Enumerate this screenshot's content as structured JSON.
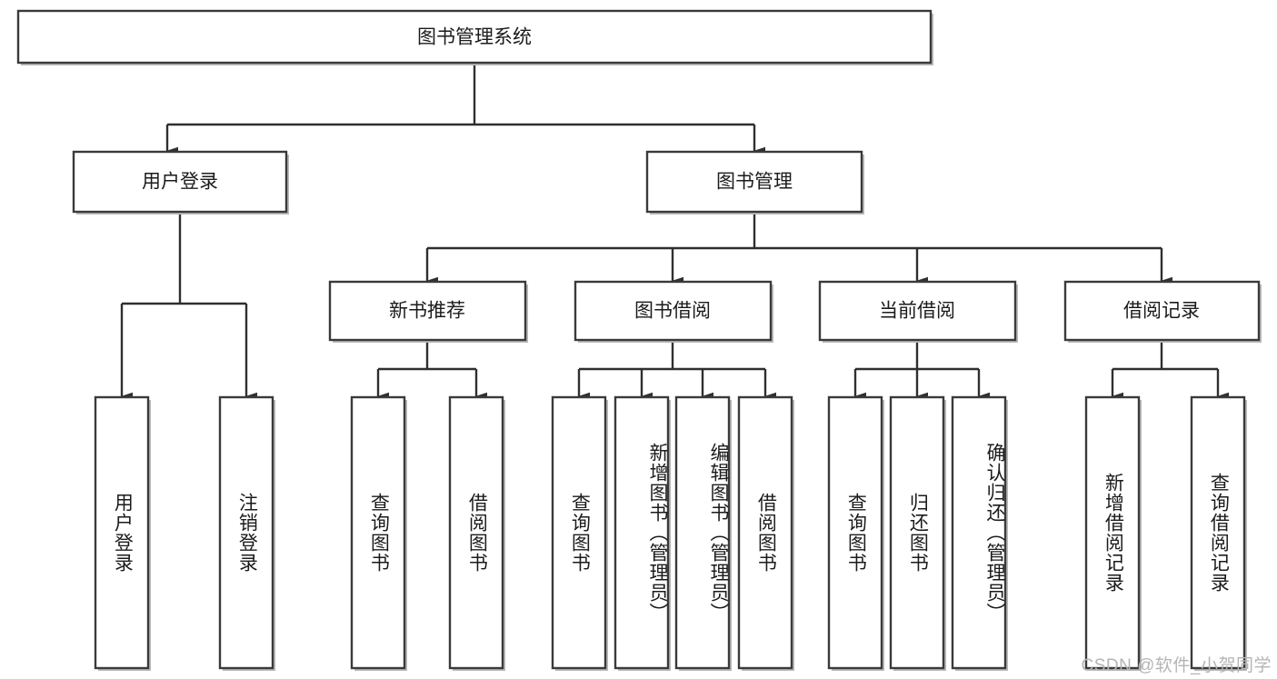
{
  "diagram": {
    "title": "图书管理系统",
    "type": "tree-hierarchy",
    "root": {
      "id": "root",
      "label": "图书管理系统",
      "orientation": "horizontal"
    },
    "level2": [
      {
        "id": "user-login",
        "label": "用户登录",
        "orientation": "horizontal"
      },
      {
        "id": "book-manage",
        "label": "图书管理",
        "orientation": "horizontal"
      }
    ],
    "level3": [
      {
        "id": "new-book-rec",
        "label": "新书推荐",
        "orientation": "horizontal",
        "parent": "book-manage"
      },
      {
        "id": "book-borrow",
        "label": "图书借阅",
        "orientation": "horizontal",
        "parent": "book-manage"
      },
      {
        "id": "current-borrow",
        "label": "当前借阅",
        "orientation": "horizontal",
        "parent": "book-manage"
      },
      {
        "id": "borrow-record",
        "label": "借阅记录",
        "orientation": "horizontal",
        "parent": "book-manage"
      }
    ],
    "leaves": [
      {
        "id": "leaf-user-login",
        "label": "用户登录",
        "parent": "user-login",
        "orientation": "vertical"
      },
      {
        "id": "leaf-user-logout",
        "label": "注销登录",
        "parent": "user-login",
        "orientation": "vertical"
      },
      {
        "id": "leaf-rec-query",
        "label": "查询图书",
        "parent": "new-book-rec",
        "orientation": "vertical"
      },
      {
        "id": "leaf-rec-borrow",
        "label": "借阅图书",
        "parent": "new-book-rec",
        "orientation": "vertical"
      },
      {
        "id": "leaf-borrow-query",
        "label": "查询图书",
        "parent": "book-borrow",
        "orientation": "vertical"
      },
      {
        "id": "leaf-borrow-add",
        "label": "新增图书（管理员）",
        "parent": "book-borrow",
        "orientation": "vertical"
      },
      {
        "id": "leaf-borrow-edit",
        "label": "编辑图书（管理员）",
        "parent": "book-borrow",
        "orientation": "vertical"
      },
      {
        "id": "leaf-borrow-lend",
        "label": "借阅图书",
        "parent": "book-borrow",
        "orientation": "vertical"
      },
      {
        "id": "leaf-cur-query",
        "label": "查询图书",
        "parent": "current-borrow",
        "orientation": "vertical"
      },
      {
        "id": "leaf-cur-return",
        "label": "归还图书",
        "parent": "current-borrow",
        "orientation": "vertical"
      },
      {
        "id": "leaf-cur-confirm",
        "label": "确认归还（管理员）",
        "parent": "current-borrow",
        "orientation": "vertical"
      },
      {
        "id": "leaf-rec-add",
        "label": "新增借阅记录",
        "parent": "borrow-record",
        "orientation": "vertical"
      },
      {
        "id": "leaf-rec-search",
        "label": "查询借阅记录",
        "parent": "borrow-record",
        "orientation": "vertical"
      }
    ],
    "colors": {
      "box_fill": "#ffffff",
      "box_stroke": "#3a3a3a",
      "edge": "#2f2f2f",
      "text": "#1b1b1b",
      "background": "#ffffff",
      "watermark": "#b5b5b5"
    }
  },
  "watermark": {
    "text": "CSDN @软件_小贺同学"
  }
}
